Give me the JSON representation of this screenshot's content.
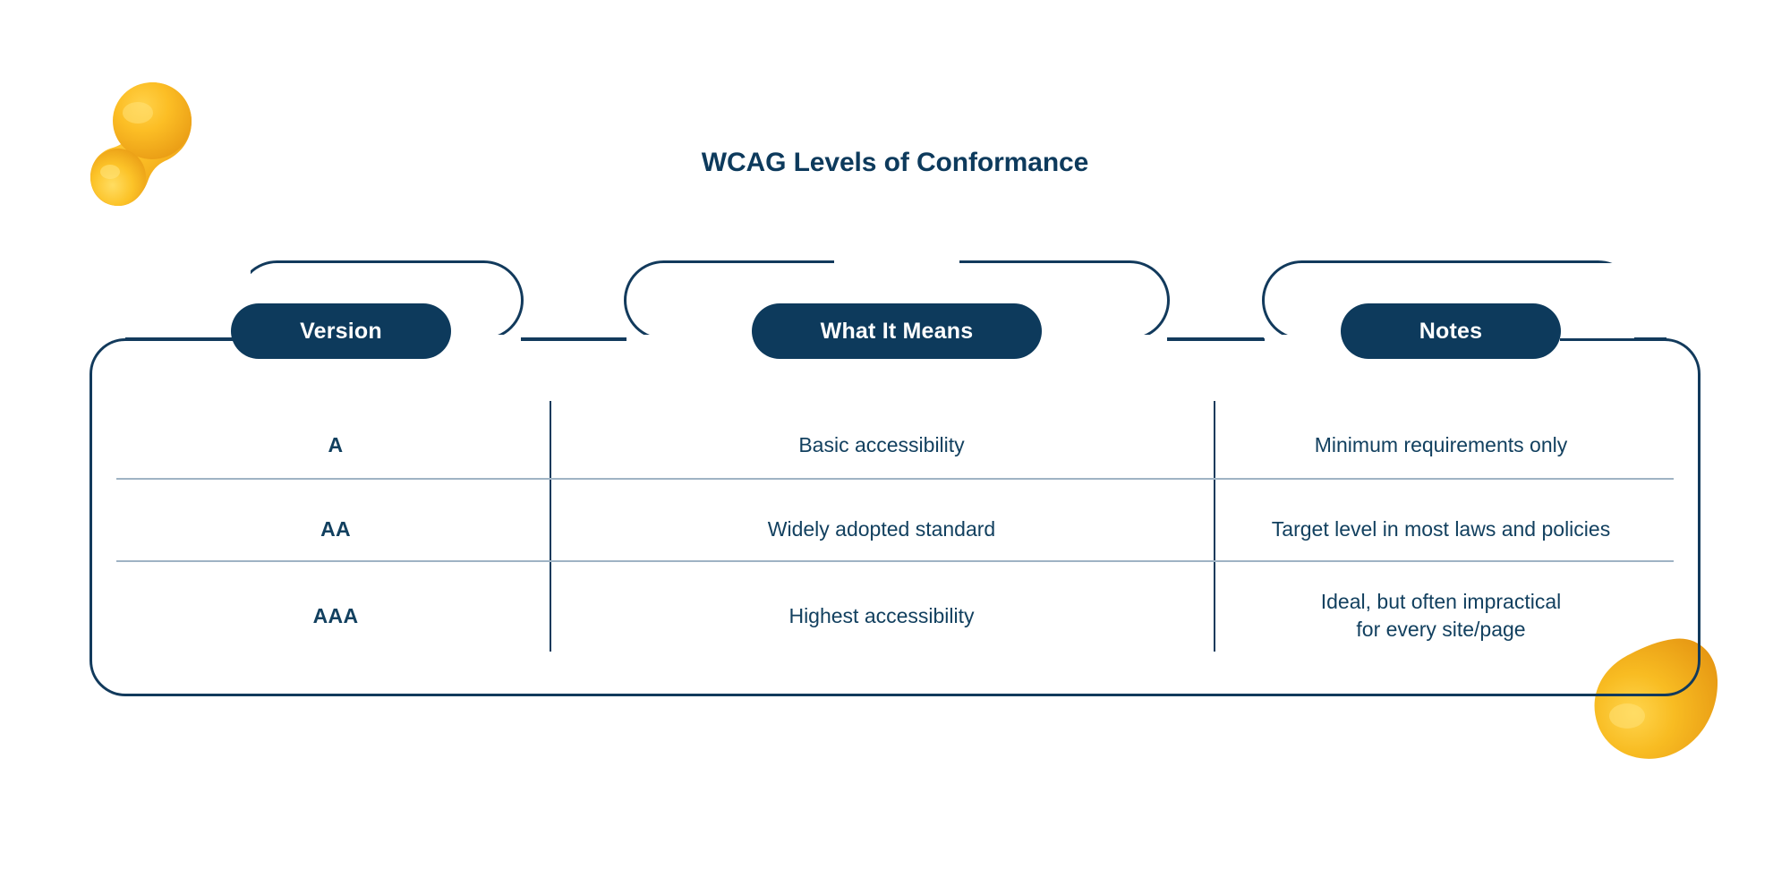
{
  "page": {
    "title": "WCAG Levels of Conformance",
    "background_color": "#ffffff",
    "accent_navy": "#0d3a5c",
    "line_navy": "#123a5c",
    "row_divider_color": "#9fb3c4",
    "blob_color": "#f5a623"
  },
  "decorations": [
    {
      "name": "blob-top-left",
      "shape": "double-sphere-blob",
      "color": "#f7b320"
    },
    {
      "name": "blob-bottom-right",
      "shape": "teardrop-blob",
      "color": "#f5a623"
    }
  ],
  "table": {
    "columns": [
      {
        "key": "version",
        "label": "Version"
      },
      {
        "key": "what_it_means",
        "label": "What It Means"
      },
      {
        "key": "notes",
        "label": "Notes"
      }
    ],
    "rows": [
      {
        "version": "A",
        "what_it_means": "Basic accessibility",
        "notes_line1": "Minimum requirements only",
        "notes_line2": ""
      },
      {
        "version": "AA",
        "what_it_means": "Widely adopted standard",
        "notes_line1": "Target level in most laws and policies",
        "notes_line2": ""
      },
      {
        "version": "AAA",
        "what_it_means": "Highest accessibility",
        "notes_line1": "Ideal, but often impractical",
        "notes_line2": "for every site/page"
      }
    ]
  }
}
